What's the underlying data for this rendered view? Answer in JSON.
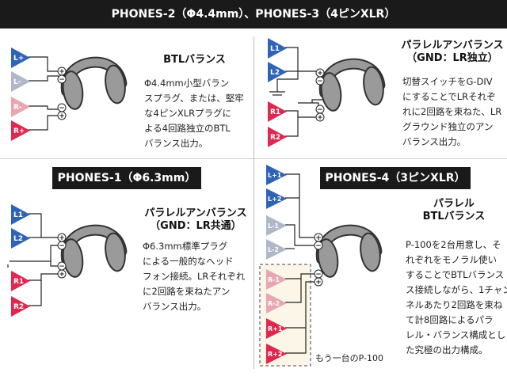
{
  "header": {
    "title": "PHONES-2（Φ4.4mm）、PHONES-3（4ピンXLR）"
  },
  "panels": {
    "p2": {
      "title": "BTLバランス",
      "body": "Φ4.4mm小型バラン\nスプラグ、または、堅牢\nな4ピンXLRプラグに\nよる4回路独立のBTL\nバランス出力。",
      "labels": [
        "L+",
        "L-",
        "R-",
        "R+"
      ]
    },
    "p3": {
      "title1": "パラレルアンバランス",
      "title2": "（GND：LR独立）",
      "body": "切替スイッチをG-DIV\nにすることでLRそれぞ\nれに2回路を束ねた、LR\nグラウンド独立のアン\nバランス出力。",
      "labels": [
        "L1",
        "L2",
        "R1",
        "R2"
      ]
    },
    "p1": {
      "badge": "PHONES-1（Φ6.3mm）",
      "title1": "パラレルアンバランス",
      "title2": "（GND：LR共通）",
      "body": "Φ6.3mm標準プラグ\nによる一般的なヘッド\nフォン接続。LRそれぞれ\nに2回路を束ねたアン\nバランス出力。",
      "labels": [
        "L1",
        "L2",
        "R1",
        "R2"
      ]
    },
    "p4": {
      "badge": "PHONES-4（3ピンXLR）",
      "title1": "パラレル",
      "title2": "BTLバランス",
      "body": "P-100を2台用意し、そ\nれぞれをモノラル使い\nすることでBTLバランス\nス接続しながら、1チャン\nネルあたり2回路を束ね\nて計8回路によるパラ\nレル・バランス構成とし\nた究極の出力構成。",
      "labels": [
        "L+1",
        "L+2",
        "L-1",
        "L-2",
        "R-1",
        "R-2",
        "R+1",
        "R+2"
      ],
      "note": "もう一台のP-100"
    }
  },
  "colors": {
    "left": "#2f63b8",
    "left_light": "#b0b8c8",
    "right": "#e0284f",
    "right_light": "#e8a6b3",
    "dark": "#1a1a1a"
  }
}
